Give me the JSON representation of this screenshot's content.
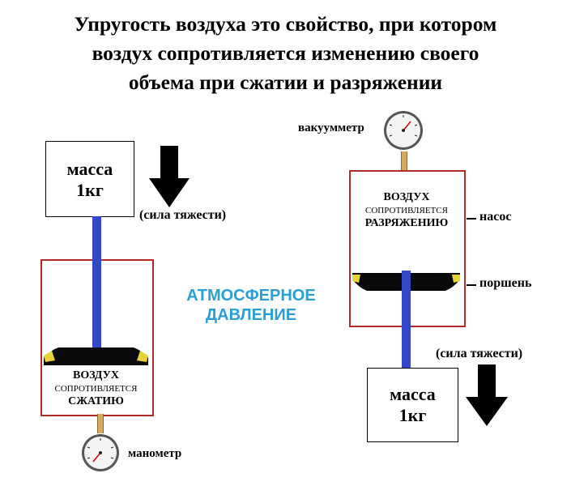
{
  "title": {
    "line1": "Упругость воздуха это свойство, при котором",
    "line2": "воздух сопротивляется изменению своего",
    "line3": "объема при сжатии и разряжении"
  },
  "center_label": {
    "line1": "АТМОСФЕРНОЕ",
    "line2": "ДАВЛЕНИЕ"
  },
  "left_setup": {
    "mass_line1": "масса",
    "mass_line2": "1кг",
    "force_label": "(сила тяжести)",
    "air_line1": "ВОЗДУХ",
    "air_line2": "СОПРОТИВЛЯЕТСЯ",
    "air_line3": "СЖАТИЮ",
    "gauge_label": "манометр"
  },
  "right_setup": {
    "gauge_label": "вакуумметр",
    "air_line1": "ВОЗДУХ",
    "air_line2": "СОПРОТИВЛЯЕТСЯ",
    "air_line3": "РАЗРЯЖЕНИЮ",
    "pump_label": "насос",
    "piston_label": "поршень",
    "force_label": "(сила тяжести)",
    "mass_line1": "масса",
    "mass_line2": "1кг"
  },
  "colors": {
    "cylinder": "#b22b2b",
    "rod": "#3447c6",
    "atmosphere_text": "#2a9fd6",
    "piston": "#0a0a0a",
    "seal": "#e7d23a"
  },
  "icons": {
    "down_arrow": "down-arrow-icon",
    "gauge": "pressure-gauge-icon"
  }
}
